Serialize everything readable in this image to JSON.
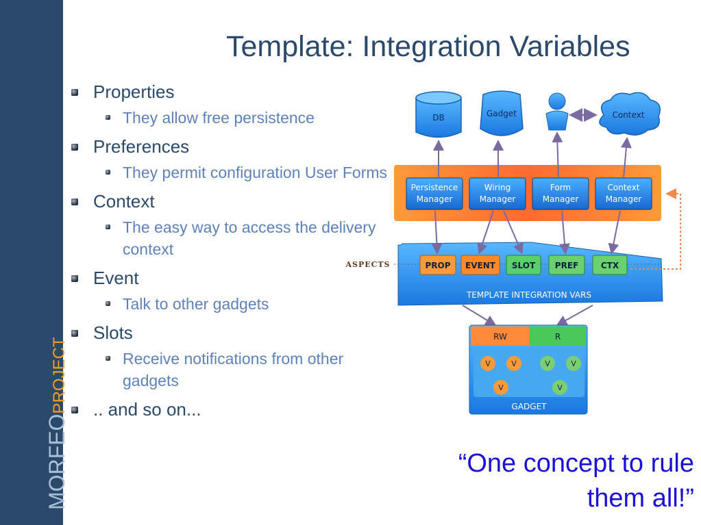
{
  "brand": {
    "part1": "MORFEO",
    "part2": "PROJECT"
  },
  "title": "Template: Integration Variables",
  "bullets": [
    {
      "label": "Properties",
      "sub": [
        "They allow free persistence"
      ]
    },
    {
      "label": "Preferences",
      "sub": [
        "They permit configuration User Forms"
      ]
    },
    {
      "label": "Context",
      "sub": [
        "The easy way to access the delivery context"
      ]
    },
    {
      "label": "Event",
      "sub": [
        "Talk to other gadgets"
      ]
    },
    {
      "label": "Slots",
      "sub": [
        "Receive notifications from other gadgets"
      ]
    },
    {
      "label": ".. and so on...",
      "sub": []
    }
  ],
  "diagram": {
    "top_nodes": [
      "DB",
      "Gadget",
      "Context"
    ],
    "managers": [
      "Persistence Manager",
      "Wiring Manager",
      "Form Manager",
      "Context Manager"
    ],
    "aspects_label": "ASPECTS",
    "vars": [
      "PROP",
      "EVENT",
      "SLOT",
      "PREF",
      "CTX"
    ],
    "vars_label": "TEMPLATE INTEGRATION VARS",
    "gadget_tabs": [
      "RW",
      "R"
    ],
    "v_label": "V",
    "gadget_label": "GADGET"
  },
  "quote": "“One concept to rule them all!”"
}
